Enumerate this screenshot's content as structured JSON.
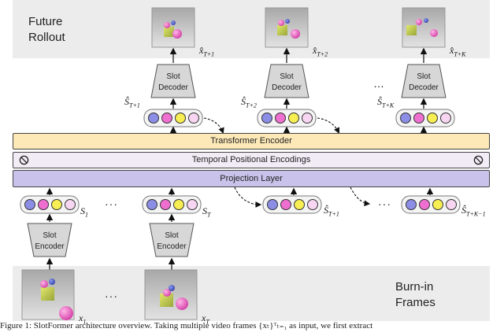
{
  "sections": {
    "top_label": "Future\nRollout",
    "bottom_label": "Burn-in\nFrames"
  },
  "layers": {
    "transformer": "Transformer Encoder",
    "positional": "Temporal Positional Encodings",
    "projection": "Projection Layer"
  },
  "modules": {
    "decoder_line1": "Slot",
    "decoder_line2": "Decoder",
    "encoder_line1": "Slot",
    "encoder_line2": "Encoder"
  },
  "labels": {
    "x_hat_1": "x̂",
    "x_hat_1_sub": "T+1",
    "x_hat_2_sub": "T+2",
    "x_hat_k_sub": "T+K",
    "s_hat": "Ŝ",
    "s_hat_1_sub": "T+1",
    "s_hat_2_sub": "T+2",
    "s_hat_k_sub": "T+K",
    "s_hat_km1_sub": "T+K−1",
    "s": "S",
    "s_1_sub": "1",
    "s_t_sub": "T",
    "x": "x",
    "x_1_sub": "1",
    "x_t_sub": "T",
    "ellipsis": "…",
    "ellipsis_dots": "···"
  },
  "caption": "Figure 1: SlotFormer architecture overview. Taking multiple video frames {xₜ}ᵀₜ₌₁ as input, we first extract",
  "colors": {
    "slot_blue": "#8c8ee6",
    "slot_pink": "#ef6fd0",
    "slot_yellow": "#f6ee52",
    "slot_light_pink": "#f8d6f2",
    "band_gray": "#ececec",
    "transformer_bg": "#fde9b8",
    "positional_bg": "#f1ecf6",
    "projection_bg": "#c9c2ea",
    "module_fill": "#d7d7d7"
  },
  "icons": [
    "no-symbol-icon",
    "arrow-icon"
  ]
}
